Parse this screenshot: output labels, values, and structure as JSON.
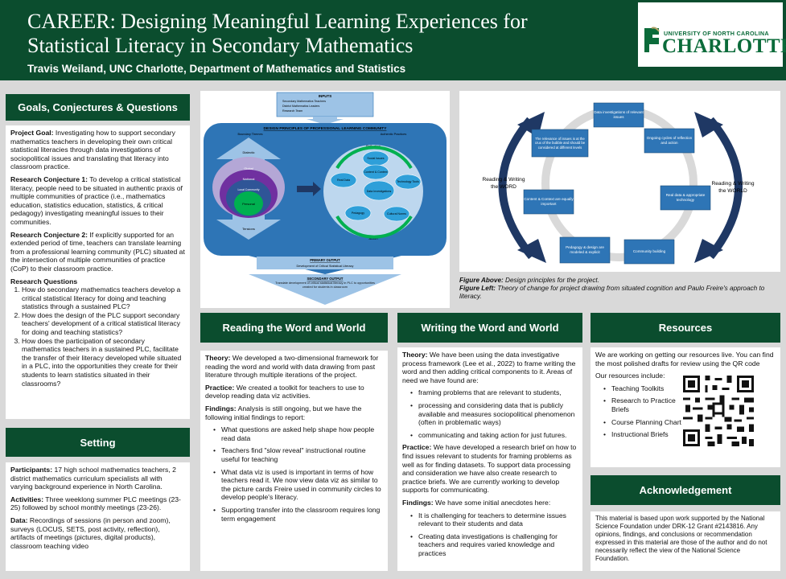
{
  "header": {
    "title": "CAREER: Designing Meaningful Learning Experiences for Statistical Literacy in Secondary Mathematics",
    "authors": "Travis Weiland,  UNC Charlotte, Department of Mathematics and Statistics",
    "logo_small": "UNIVERSITY OF NORTH CAROLINA",
    "logo_big": "CHARLOTTE"
  },
  "goals": {
    "heading": "Goals, Conjectures & Questions",
    "goal_label": "Project Goal:",
    "goal_text": " Investigating how to support secondary mathematics teachers in developing their own critical statistical literacies through data investigations of sociopolitical issues and translating that literacy into classroom practice.",
    "rc1_label": "Research Conjecture 1:",
    "rc1_text": " To develop a critical statistical literacy, people need to be situated in authentic praxis of multiple communities of practice (i.e., mathematics education, statistics education, statistics, & critical pedagogy) investigating meaningful issues to their communities.",
    "rc2_label": "Research Conjecture 2:",
    "rc2_text": " If explicitly supported for an extended period of time, teachers can translate learning from a professional learning community (PLC) situated at the intersection of multiple communities of practice (CoP) to their classroom practice.",
    "rq_label": "Research Questions",
    "questions": [
      "How do secondary mathematics teachers develop a critical statistical literacy for doing and teaching statistics through a sustained PLC?",
      "How does the design of the PLC support secondary teachers' development of a critical statistical literacy for doing and teaching statistics?",
      "How does the participation of secondary mathematics teachers in a sustained PLC, facilitate the transfer of their literacy developed while situated in a PLC, into the opportunities they create for their students to learn statistics situated in their classrooms?"
    ]
  },
  "setting": {
    "heading": "Setting",
    "participants_label": "Participants:",
    "participants_text": " 17 high school mathematics teachers, 2 district mathematics curriculum specialists all with varying background experience in North Carolina.",
    "activities_label": "Activities:",
    "activities_text": " Three weeklong summer PLC meetings (23-25) followed by school monthly meetings (23-26).",
    "data_label": "Data:",
    "data_text": " Recordings of sessions (in person and zoom), surveys (LOCUS, SETS, post activity, reflection), artifacts of meetings (pictures, digital products), classroom teaching video"
  },
  "fig1": {
    "inputs_title": "INPUTS",
    "inputs": [
      "Secondary Mathematics Teachers",
      "District Mathematics Leaders",
      "Research Team"
    ],
    "design_title": "DESIGN PRINCIPLES OF PROFESSIONAL LEARNING COMMUNITY",
    "boundary": "Boundary Themes",
    "authentic": "Authentic Practices",
    "dialectic": "Dialectic",
    "tensions": "Tensions",
    "layers": [
      "Global",
      "National",
      "Local Community",
      "Personal"
    ],
    "reflection": "Reflection",
    "action": "Action",
    "nodes": [
      "Social Issues",
      "Technology Tools",
      "Cultural Norms",
      "Pedagogy",
      "Real Data",
      "Content & Context",
      "Data Investigations"
    ],
    "primary_title": "PRIMARY OUTPUT",
    "primary_text": "Development of Critical Statistical Literacy",
    "secondary_title": "SECONDARY OUTPUT",
    "secondary_text": "Translate development of critical statistical literacy in PLC to opportunities created for students in classroom"
  },
  "fig2": {
    "nodes": [
      "Data investigations of relevant issues",
      "Ongoing cycles of reflection and action",
      "Real data & appropriate technology",
      "Community building",
      "Pedagogy & design are modeled & explicit",
      "Content & Context are equally important",
      "The relevance of issues is at the crux of the bubble and should be considered at different levels"
    ],
    "left_label": "Reading & Writing the WORD",
    "right_label": "Reading & Writing the WORLD"
  },
  "caption": {
    "above_label": "Figure Above:",
    "above_text": " Design principles for the project.",
    "left_label": "Figure Left:",
    "left_text": " Theory of change for project drawing from situated cognition and Paulo Freire's approach to literacy."
  },
  "reading": {
    "heading": "Reading the Word and World",
    "theory_label": "Theory:",
    "theory_text": " We developed a two-dimensional framework for reading the word and world with data drawing from past literature through multiple iterations of the project.",
    "practice_label": "Practice:",
    "practice_text": " We created a toolkit for teachers to use to develop reading data viz activities.",
    "findings_label": "Findings:",
    "findings_text": " Analysis is still ongoing, but we have the following initial findings to report:",
    "bullets": [
      "What questions are asked help shape how people read data",
      "Teachers find \"slow reveal\" instructional routine useful for teaching",
      "What data viz is used is important in terms of how teachers read it. We now view data viz as similar to the picture cards Freire used in community circles to develop people's literacy.",
      "Supporting transfer into the classroom requires long term engagement"
    ]
  },
  "writing": {
    "heading": "Writing the Word and World",
    "theory_label": "Theory:",
    "theory_text": " We have been using the data investigative process framework (Lee et al., 2022) to frame writing the word and then adding critical components to it. Areas of need we have found are:",
    "theory_bullets": [
      "framing problems that are relevant to students,",
      "processing and considering data that is publicly available and measures sociopolitical phenomenon (often in problematic ways)",
      "communicating and taking action for just futures."
    ],
    "practice_label": "Practice:",
    "practice_text": " We have developed a research brief on how to find issues relevant to students for framing problems as well as for finding datasets. To support data processing and consideration we have also create research to practice briefs. We are currently working to develop supports for communicating.",
    "findings_label": "Findings:",
    "findings_text": " We have some initial anecdotes here:",
    "findings_bullets": [
      "It is challenging for teachers to determine issues relevant to their students and data",
      "Creating data investigations is challenging for teachers and requires varied knowledge and practices"
    ]
  },
  "resources": {
    "heading": "Resources",
    "intro": "We are working on getting our resources live. You can find the most polished drafts for review using the QR code",
    "include": "Our resources include:",
    "items": [
      "Teaching Toolkits",
      "Research to Practice Briefs",
      "Course Planning Chart",
      "Instructional Briefs"
    ]
  },
  "ack": {
    "heading": "Acknowledgement",
    "text": "This material is based upon work supported by the National Science Foundation under DRK-12 Grant #2143816. Any opinions, findings, and conclusions or recommendation expressed in this material are those of the author and do not necessarily reflect the view of the National Science Foundation."
  },
  "colors": {
    "header": "#0b4d2e",
    "accent_blue": "#2e75b6",
    "light_blue": "#9dc3e6",
    "dark_navy": "#1f3864"
  }
}
